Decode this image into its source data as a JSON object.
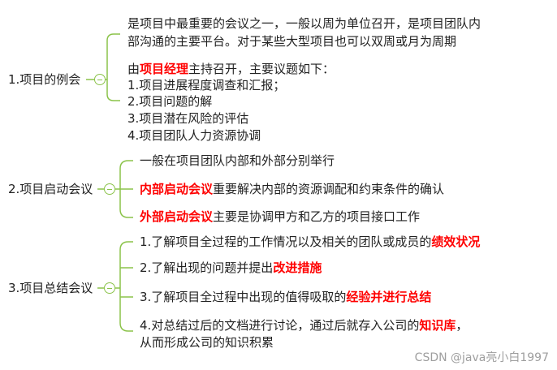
{
  "topics": [
    {
      "label": "1.项目的例会",
      "items": [
        [
          "是项目中最重要的会议之一，一般以周为单位召开，是项目团队内"
        ],
        [
          "部沟通的主要平台。对于某些大型项目也可以双周或月为周期"
        ],
        [
          "由",
          "项目经理",
          "主持召开，主要议题如下："
        ],
        [
          "1.项目进展程度调查和汇报；"
        ],
        [
          "2.项目问题的解"
        ],
        [
          "3.项目潜在风险的评估"
        ],
        [
          "4.项目团队人力资源协调"
        ]
      ]
    },
    {
      "label": "2.项目启动会议",
      "items": [
        [
          "一般在项目团队内部和外部分别举行"
        ],
        [
          "",
          "内部启动会议",
          "重要解决内部的资源调配和约束条件的确认"
        ],
        [
          "",
          "外部启动会议",
          "主要是协调甲方和乙方的项目接口工作"
        ]
      ]
    },
    {
      "label": "3.项目总结会议",
      "items": [
        [
          "1.了解项目全过程的工作情况以及相关的团队或成员的",
          "绩效状况"
        ],
        [
          "2.了解出现的问题并提出",
          "改进措施"
        ],
        [
          "3.了解项目全过程中出现的值得吸取的",
          "经验并进行总结"
        ],
        [
          "4.对总结过后的文档进行讨论，通过后就存入公司的",
          "知识库",
          "，"
        ],
        [
          "从而形成公司的知识积累"
        ]
      ]
    }
  ],
  "colors": {
    "connector": "#8bc34a",
    "highlight": "#ff0000"
  },
  "watermark": "CSDN @java亮小白1997"
}
